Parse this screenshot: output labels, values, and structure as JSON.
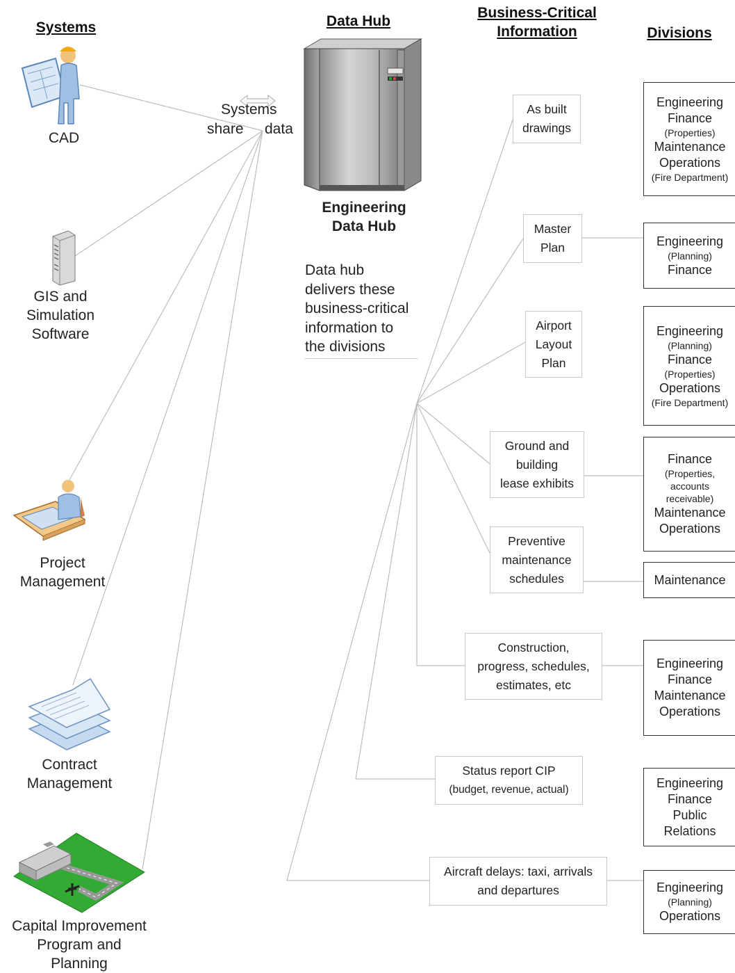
{
  "headers": {
    "systems": "Systems",
    "data_hub": "Data Hub",
    "business_critical": [
      "Business-Critical",
      "Information"
    ],
    "divisions": "Divisions"
  },
  "systems": [
    {
      "icon": "cad-engineer-icon",
      "lines": [
        "CAD"
      ]
    },
    {
      "icon": "server-tower-icon",
      "lines": [
        "GIS and",
        "Simulation",
        "Software"
      ]
    },
    {
      "icon": "project-manager-desk-icon",
      "lines": [
        "Project",
        "Management"
      ]
    },
    {
      "icon": "document-stack-icon",
      "lines": [
        "Contract",
        "Management"
      ]
    },
    {
      "icon": "airport-map-icon",
      "lines": [
        "Capital Improvement",
        "Program and",
        "Planning"
      ]
    }
  ],
  "share": {
    "line1": "Systems",
    "line2a": "share",
    "line2b": "data"
  },
  "hub": {
    "title": [
      "Engineering",
      "Data Hub"
    ],
    "description": [
      "Data hub",
      "delivers these",
      "business-critical",
      "information to",
      "the divisions"
    ]
  },
  "information": [
    {
      "lines": [
        "As built",
        "drawings"
      ]
    },
    {
      "lines": [
        "Master",
        "Plan"
      ]
    },
    {
      "lines": [
        "Airport",
        "Layout",
        "Plan"
      ]
    },
    {
      "lines": [
        "Ground and",
        "building",
        "lease exhibits"
      ]
    },
    {
      "lines": [
        "Preventive",
        "maintenance",
        "schedules"
      ]
    },
    {
      "lines": [
        "Construction,",
        "progress, schedules,",
        "estimates, etc"
      ]
    },
    {
      "lines": [
        "Status report CIP",
        "(budget, revenue, actual)"
      ]
    },
    {
      "lines": [
        "Aircraft delays: taxi, arrivals",
        "and departures"
      ]
    }
  ],
  "divisions": [
    {
      "lines": [
        [
          "Engineering",
          "d"
        ],
        [
          "Finance",
          "d"
        ],
        [
          "(Properties)",
          "s"
        ],
        [
          "Maintenance",
          "d"
        ],
        [
          "Operations",
          "d"
        ],
        [
          "(Fire Department)",
          "s"
        ]
      ]
    },
    {
      "lines": [
        [
          "Engineering",
          "d"
        ],
        [
          "(Planning)",
          "s"
        ],
        [
          "Finance",
          "d"
        ]
      ]
    },
    {
      "lines": [
        [
          "Engineering",
          "d"
        ],
        [
          "(Planning)",
          "s"
        ],
        [
          "Finance",
          "d"
        ],
        [
          "(Properties)",
          "s"
        ],
        [
          "Operations",
          "d"
        ],
        [
          "(Fire Department)",
          "s"
        ]
      ]
    },
    {
      "lines": [
        [
          "Finance",
          "d"
        ],
        [
          "(Properties,",
          "s"
        ],
        [
          "accounts",
          "s"
        ],
        [
          "receivable)",
          "s"
        ],
        [
          "Maintenance",
          "d"
        ],
        [
          "Operations",
          "d"
        ]
      ]
    },
    {
      "lines": [
        [
          "Maintenance",
          "d"
        ]
      ]
    },
    {
      "lines": [
        [
          "Engineering",
          "d"
        ],
        [
          "Finance",
          "d"
        ],
        [
          "Maintenance",
          "d"
        ],
        [
          "Operations",
          "d"
        ]
      ]
    },
    {
      "lines": [
        [
          "Engineering",
          "d"
        ],
        [
          "Finance",
          "d"
        ],
        [
          "Public",
          "d"
        ],
        [
          "Relations",
          "d"
        ]
      ]
    },
    {
      "lines": [
        [
          "Engineering",
          "d"
        ],
        [
          "(Planning)",
          "s"
        ],
        [
          "Operations",
          "d"
        ]
      ]
    }
  ],
  "colors": {
    "connector": "#bdbdbd",
    "division_border": "#333333",
    "info_border": "#c9c9c9"
  }
}
